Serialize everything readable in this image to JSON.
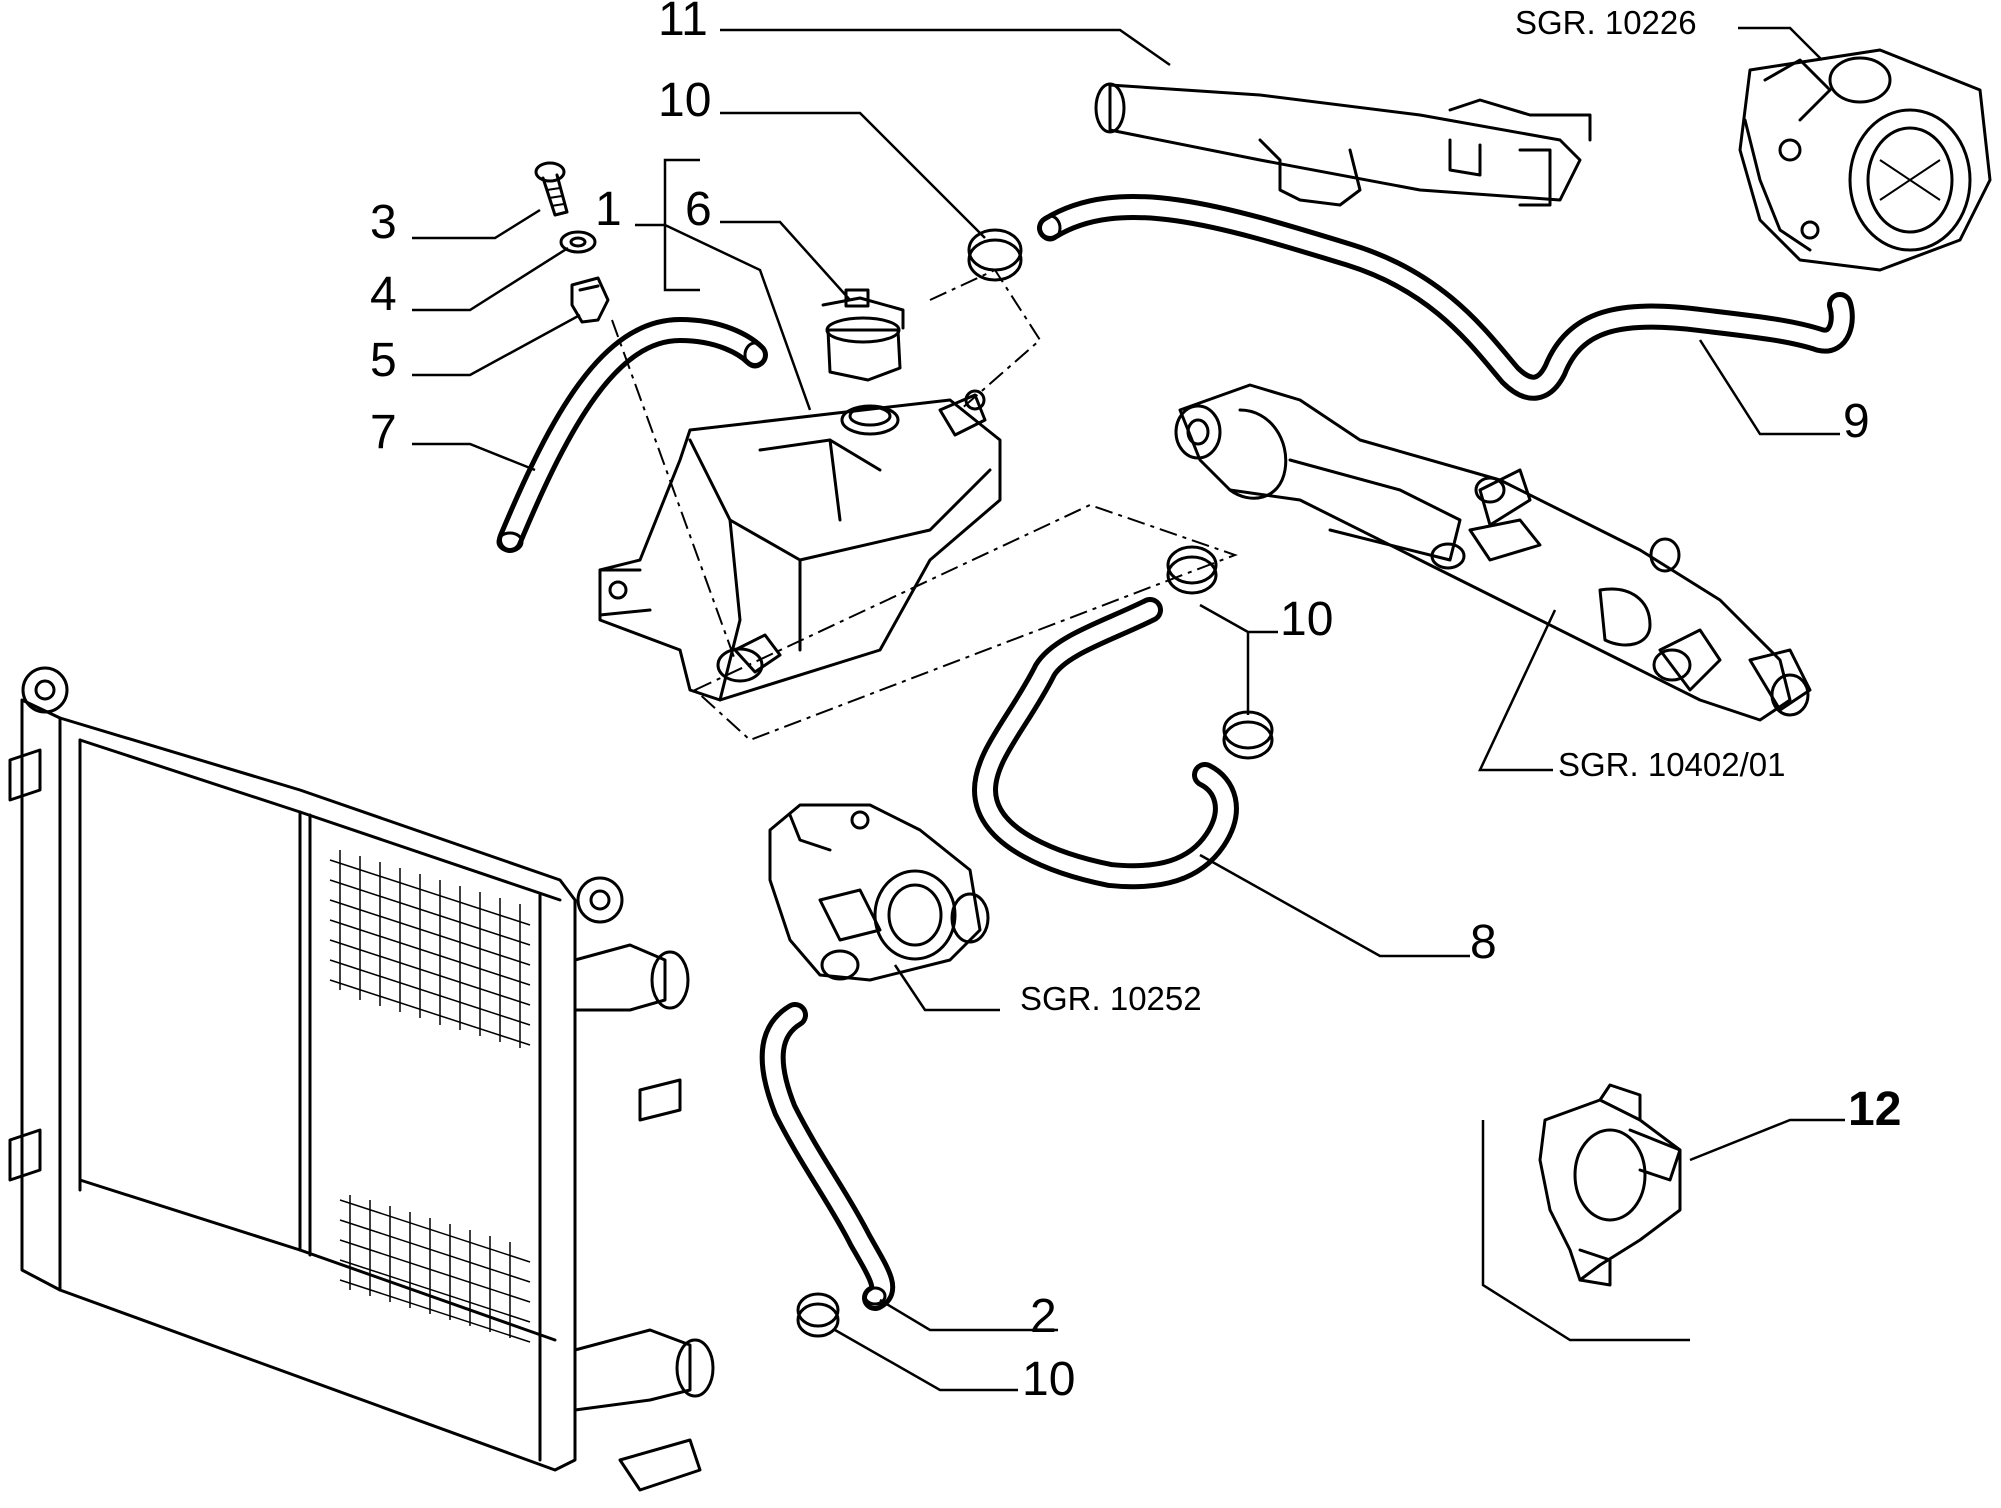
{
  "callouts": {
    "c1": "1",
    "c2": "2",
    "c3": "3",
    "c4": "4",
    "c5": "5",
    "c6": "6",
    "c7": "7",
    "c8": "8",
    "c9": "9",
    "c10a": "10",
    "c10b": "10",
    "c10c": "10",
    "c11": "11",
    "c12": "12"
  },
  "references": {
    "throttle_body": "SGR. 10226",
    "water_manifold": "SGR. 10402/01",
    "pump": "SGR. 10252"
  }
}
